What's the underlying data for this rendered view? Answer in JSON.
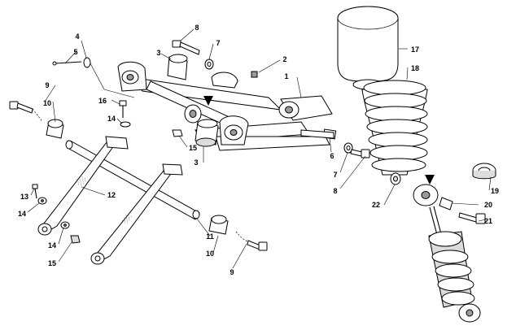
{
  "callouts": {
    "c1": "1",
    "c2": "2",
    "c3a": "3",
    "c3b": "3",
    "c4": "4",
    "c5": "5",
    "c6": "6",
    "c7a": "7",
    "c7b": "7",
    "c8a": "8",
    "c8b": "8",
    "c9a": "9",
    "c9b": "9",
    "c10a": "10",
    "c10b": "10",
    "c11": "11",
    "c12": "12",
    "c13": "13",
    "c14a": "14",
    "c14b": "14",
    "c14c": "14",
    "c15a": "15",
    "c15b": "15",
    "c16": "16",
    "c17": "17",
    "c18": "18",
    "c19": "19",
    "c20": "20",
    "c21": "21",
    "c22": "22"
  },
  "colors": {
    "ink": "#000000",
    "background": "#ffffff",
    "shade": "#dcdcdc"
  }
}
